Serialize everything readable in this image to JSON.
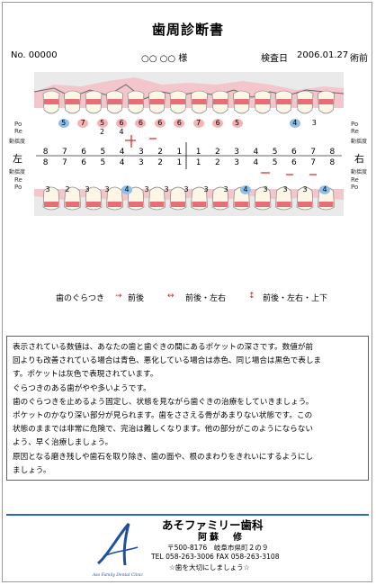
{
  "document": {
    "title": "歯周診断書",
    "number": "No. 00000",
    "patient": "○○ ○○ 様",
    "exam_label": "検査日",
    "exam_date": "2006.01.27",
    "exam_note": "術前"
  },
  "chart": {
    "side_left": "左",
    "side_right": "右",
    "labels": {
      "po": "Po",
      "re": "Re",
      "mobility": "動揺度"
    },
    "upper_po": [
      "5",
      "7",
      "5",
      "6",
      "6",
      "6",
      "6",
      "7",
      "6",
      "5",
      "",
      "",
      "4",
      "3"
    ],
    "upper_po_color": [
      "#8fbfe6",
      "#f5b3b3",
      "#f5b3b3",
      "#f5b3b3",
      "#f5b3b3",
      "#f5b3b3",
      "#f5b3b3",
      "#f5b3b3",
      "#f5b3b3",
      "#f5b3b3",
      "",
      "",
      "#8fbfe6",
      ""
    ],
    "upper_re": [
      "",
      "",
      "2",
      "4",
      "",
      "",
      "",
      "",
      "",
      "",
      "",
      "",
      "",
      ""
    ],
    "upper_numbers": [
      "8",
      "7",
      "6",
      "5",
      "4",
      "3",
      "2",
      "1",
      "1",
      "2",
      "3",
      "4",
      "5",
      "6",
      "7",
      "8"
    ],
    "lower_numbers": [
      "8",
      "7",
      "6",
      "5",
      "4",
      "3",
      "2",
      "1",
      "1",
      "2",
      "3",
      "4",
      "5",
      "6",
      "7",
      "8"
    ],
    "lower_po": [
      "3",
      "2",
      "3",
      "3",
      "4",
      "3",
      "3",
      "3",
      "3",
      "3",
      "4",
      "3",
      "3",
      "3",
      "4"
    ],
    "lower_po_color": [
      "",
      "",
      "",
      "",
      "#8fbfe6",
      "",
      "",
      "",
      "",
      "",
      "#8fbfe6",
      "",
      "",
      "",
      "#8fbfe6"
    ],
    "lower_re": [
      "",
      "",
      "",
      "",
      "",
      "",
      "",
      "",
      "",
      "",
      "",
      "",
      "",
      "",
      ""
    ]
  },
  "legend": {
    "title": "歯のぐらつき",
    "item1": "前後",
    "item2": "前後・左右",
    "item3": "前後・左右・上下"
  },
  "description": [
    "表示されている数値は、あなたの歯と歯ぐきの間にあるポケットの深さです。数値が前",
    "回よりも改善されている場合は青色、悪化している場合は赤色、同じ場合は黒色で表しま",
    "す。ポケットは灰色で表現されています。",
    "ぐらつきのある歯がやや多いようです。",
    "歯のぐらつきを止めるよう固定し、状態を見ながら歯ぐきの治療をしていきましょう。",
    "ポケットのかなり深い部分が見られます。歯をささえる骨があまりない状態です。この",
    "状態のままでは非常に危険で、完治は難しくなります。他の部分がこのようにならない",
    "よう、早く治療しましょう。",
    "原因となる磨き残しや歯石を取り除き、歯の面や、根のまわりをきれいにするようにし",
    "ましょう。"
  ],
  "footer": {
    "clinic": "あそファミリー歯科",
    "doctor": "阿蘇　修",
    "address": "〒500-8176　岐阜市県町２の９",
    "phone": "TEL 058-263-3006  FAX 058-263-3108",
    "slogan": "☆歯を大切にしましょう☆",
    "logo_text": "Aso Family Dental Clinic"
  },
  "colors": {
    "accent_blue": "#2a6bb6",
    "red": "#e0201a",
    "gum_pink": "#f3c6cc"
  }
}
